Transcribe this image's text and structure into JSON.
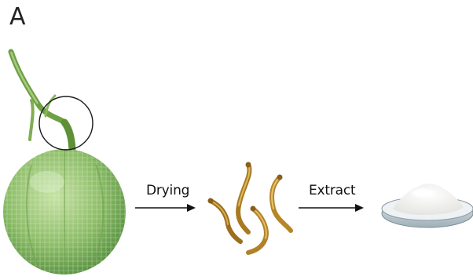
{
  "figure": {
    "panel_letter": "A",
    "steps": [
      {
        "label": "Drying"
      },
      {
        "label": "Extract"
      }
    ],
    "colors": {
      "melon_light": "#a9cf86",
      "melon_dark": "#4f8a3a",
      "stem_green": "#7fae52",
      "dried_stem": "#b8892c",
      "powder": "#f7f7f5",
      "dish_edge": "#8a9aa4",
      "arrow": "#111111"
    },
    "icons": [
      "melon-icon",
      "stem-highlight-circle",
      "dried-stems-icon",
      "powder-dish-icon",
      "arrow-icon"
    ]
  }
}
